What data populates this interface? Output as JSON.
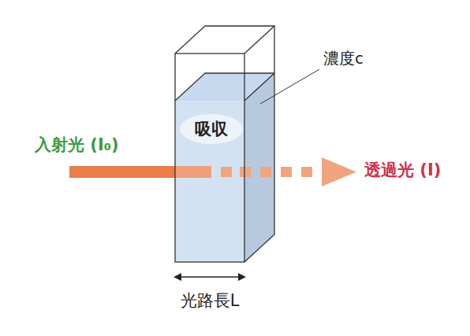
{
  "diagram": {
    "nodes": [
      {
        "text": [
          "吸収"
        ]
      }
    ],
    "labels": [
      "濃度c",
      "入射光 (I₀)",
      "透過光 (I)",
      "光路長L"
    ]
  }
}
